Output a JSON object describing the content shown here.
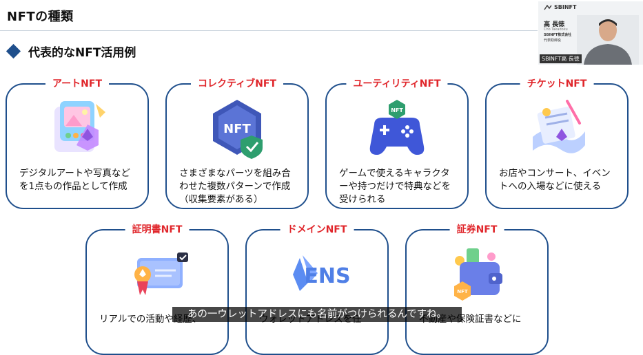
{
  "page": {
    "title": "NFTの種類",
    "section_label": "代表的なNFT活用例"
  },
  "cards": [
    {
      "title": "アートNFT",
      "desc": "デジタルアートや写真などを1点もの作品として作成"
    },
    {
      "title": "コレクティブNFT",
      "desc": "さまざまなパーツを組み合わせた複数パターンで作成（収集要素がある）"
    },
    {
      "title": "ユーティリティNFT",
      "desc": "ゲームで使えるキャラクターや持つだけで特典などを受けられる"
    },
    {
      "title": "チケットNFT",
      "desc": "お店やコンサート、イベントへの入場などに使える"
    },
    {
      "title": "証明書NFT",
      "desc": "リアルでの活動や経歴、"
    },
    {
      "title": "ドメインNFT",
      "desc": "ウォレットアドレスを任"
    },
    {
      "title": "証券NFT",
      "desc": "不動産や保険証書などに"
    }
  ],
  "icons": {
    "collectible_badge": "NFT",
    "utility_badge": "NFT",
    "domain_logo": "ENS",
    "securities_badge": "NFT"
  },
  "presenter": {
    "logo": "SBINFT",
    "name": "高 長徳",
    "name_en": "Cho Takadoku",
    "company": "SBINFT株式会社",
    "role": "代表取締役",
    "label": "SBINFT高 長徳"
  },
  "subtitle": "あの一ウレットアドレスにも名前がつけられるんですね。",
  "colors": {
    "accent_blue": "#1f4f8c",
    "title_red": "#e0262b"
  }
}
